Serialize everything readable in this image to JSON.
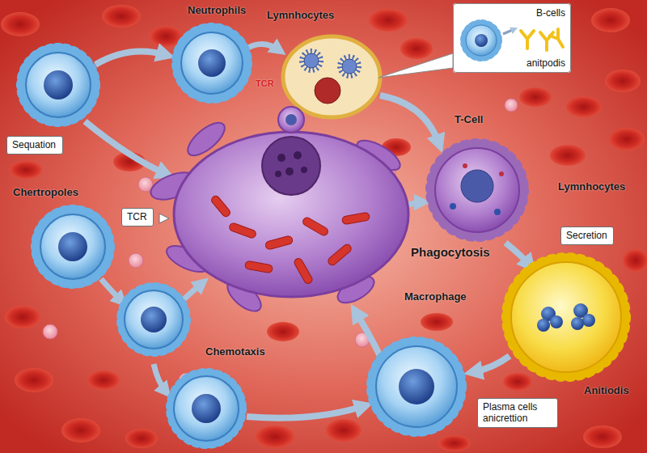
{
  "diagram": {
    "nodes": [
      {
        "text": [
          "B-cells",
          "anitpodis"
        ]
      },
      {
        "text": [
          "Sequation"
        ]
      },
      {
        "text": [
          "TCR"
        ]
      },
      {
        "text": [
          "Secretion"
        ]
      },
      {
        "text": [
          "Plasma cells anicrettion"
        ]
      }
    ],
    "labels": [
      "Neutrophils",
      "Lymnhocytes",
      "TCR",
      "T-Cell",
      "Chertropoles",
      "Lymnhocytes",
      "Phagocytosis",
      "Macrophage",
      "Chemotaxis",
      "Anitiodis"
    ]
  }
}
